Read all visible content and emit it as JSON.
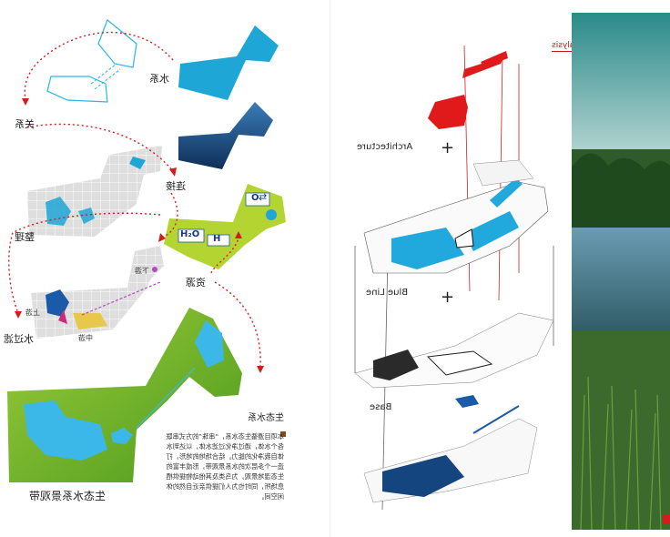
{
  "left_panel": {
    "labels": {
      "water_system": "水系",
      "relation": "关系",
      "connect": "连接",
      "organize": "整理",
      "resource": "资源",
      "water_process": "水过滤",
      "eco_water": "生态水系",
      "eco_band": "生态水系景观带"
    },
    "small_labels": {
      "a": "上游",
      "b": "中游",
      "c": "下游"
    },
    "formula": {
      "h2o": "H₂O",
      "h": "H",
      "o": "O",
      "arrow": "⇄"
    },
    "body_text": "本项目遵循生态水系，“串珠”的方式串联各个水体，通过净化过滤水体，以达到水体自我净化的能力。结合场地的地形，打造一个多层次的水系景观带，形成丰富的生态湿地景观，为鸟类及其他动物提供栖息场所，同时也为人们提供亲近自然的休闲空间。"
  },
  "right_panel": {
    "header": "景观分析 | Landscape Analysis",
    "layers": {
      "architecture": "Architecture",
      "blue_line": "Blue Line",
      "base": "Base"
    },
    "plus": "+"
  },
  "colors": {
    "water_blue": "#1ea6d6",
    "grass_green": "#78b82a",
    "lime": "#b4d431",
    "red": "#e01a1a",
    "navy": "#123a70",
    "grid_gray": "#d9d9d9"
  }
}
